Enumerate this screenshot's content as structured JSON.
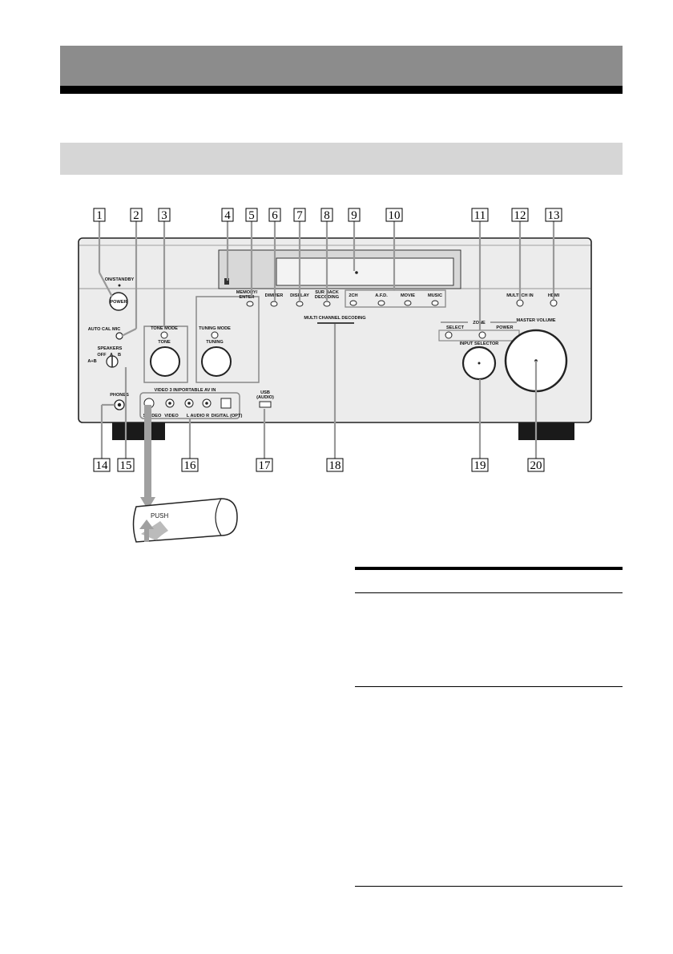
{
  "callouts": [
    "1",
    "2",
    "3",
    "4",
    "5",
    "6",
    "7",
    "8",
    "9",
    "10",
    "11",
    "12",
    "13",
    "14",
    "15",
    "16",
    "17",
    "18",
    "19",
    "20"
  ],
  "panel": {
    "on_standby": "ON/STANDBY",
    "power": "POWER",
    "auto_cal_mic": "AUTO CAL MIC",
    "speakers": "SPEAKERS",
    "spk_off": "OFF",
    "spk_a": "A",
    "spk_b": "B",
    "spk_ab": "A+B",
    "tone_mode": "TONE MODE",
    "tone": "TONE",
    "tuning_mode": "TUNING MODE",
    "tuning": "TUNING",
    "memory_enter_1": "MEMORY/",
    "memory_enter_2": "ENTER",
    "dimmer": "DIMMER",
    "display": "DISPLAY",
    "sur_back_1": "SUR BACK",
    "sur_back_2": "DECODING",
    "ch2": "2CH",
    "afd": "A.F.D.",
    "movie": "MOVIE",
    "music": "MUSIC",
    "multi_ch_in": "MULTI CH IN",
    "hdmi": "HDMI",
    "multi_channel_decoding": "MULTI CHANNEL DECODING",
    "zone": "ZONE",
    "zone_select": "SELECT",
    "zone_power": "POWER",
    "input_selector": "INPUT SELECTOR",
    "master_volume": "MASTER VOLUME",
    "phones": "PHONES",
    "video3": "VIDEO 3 IN/PORTABLE AV IN",
    "s_video": "S VIDEO",
    "video": "VIDEO",
    "audio_lr": "L AUDIO R",
    "digital_opt": "DIGITAL (OPT)",
    "usb_1": "USB",
    "usb_2": "(AUDIO)"
  },
  "door": {
    "push_label": "PUSH"
  }
}
